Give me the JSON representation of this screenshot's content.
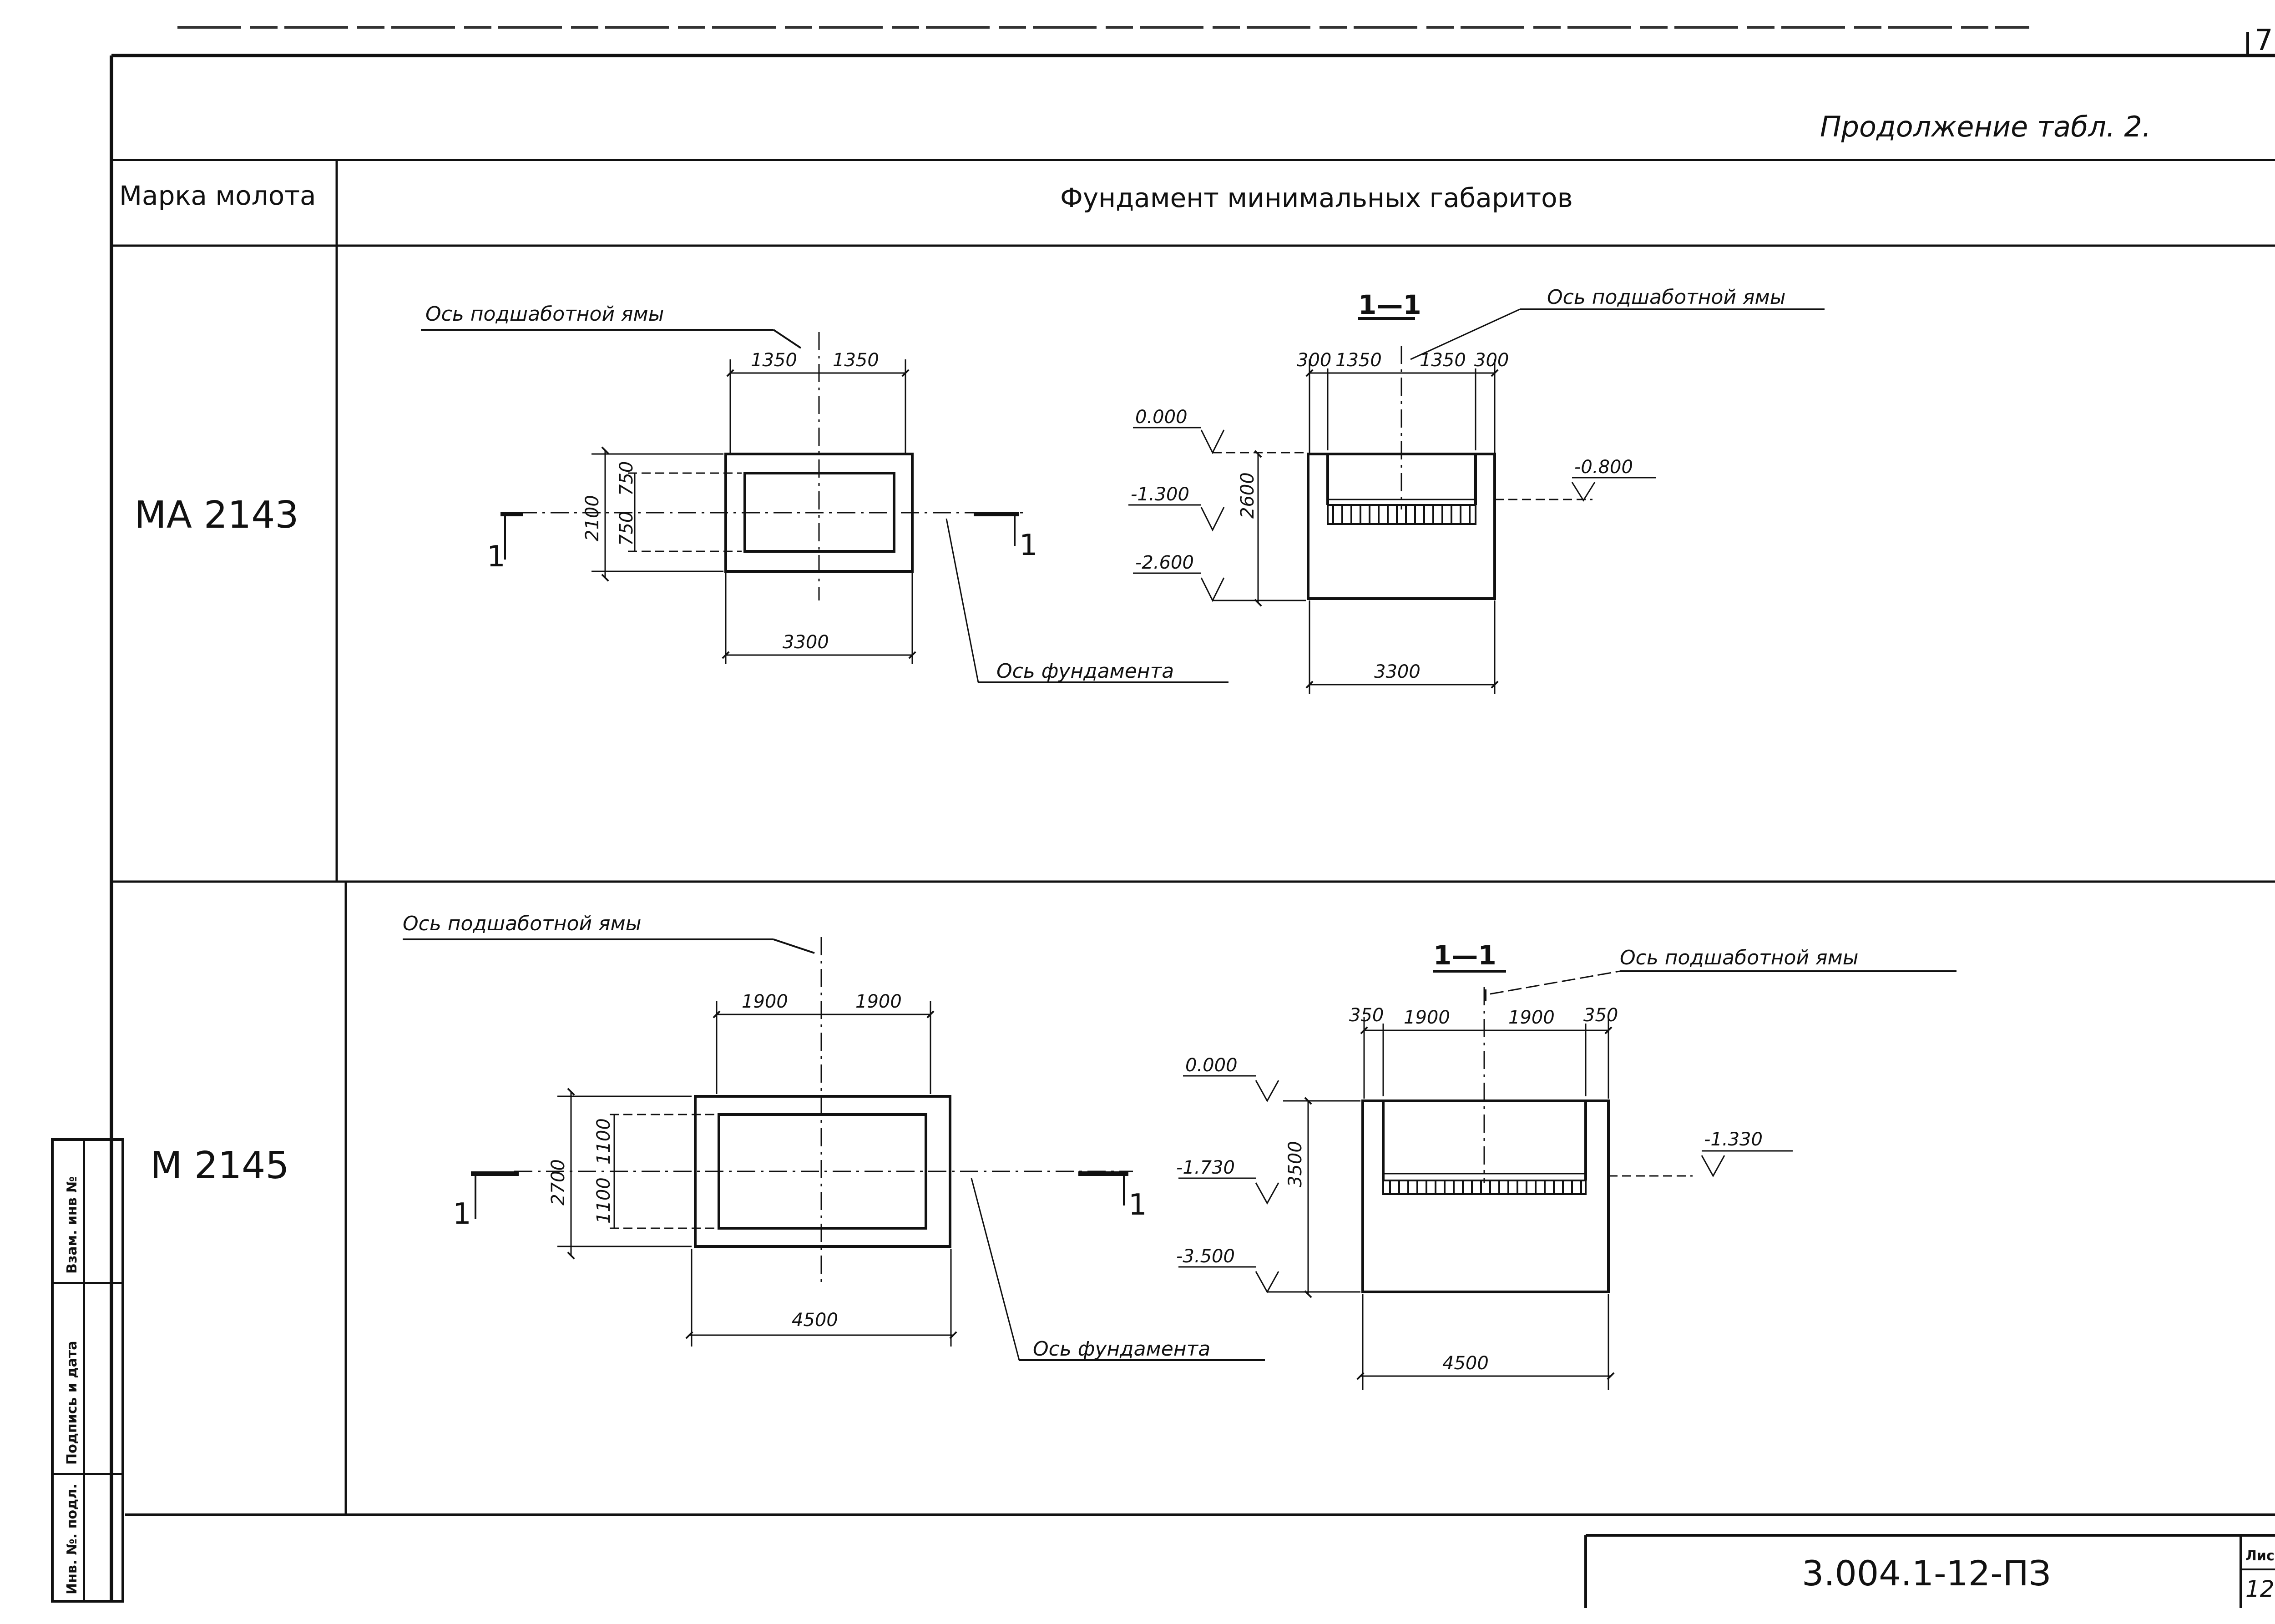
{
  "header": {
    "continuation": "Продолжение табл. 2.",
    "col_hammer_mark": "Марка молота",
    "col_foundation": "Фундамент минимальных габаритов",
    "corner_label": "7"
  },
  "rows": [
    {
      "hammer_mark": "МА 2143",
      "plan": {
        "pit_axis_label": "Ось подшаботной ямы",
        "foundation_axis_label": "Ось фундамента",
        "dims_top": [
          "1350",
          "1350"
        ],
        "dim_height": "2100",
        "dims_inner": [
          "750",
          "750"
        ],
        "dim_bottom": "3300",
        "section_mark_left": "1",
        "section_mark_right": "1"
      },
      "section": {
        "title": "1—1",
        "pit_axis_label": "Ось подшаботной ямы",
        "dims_top": [
          "300",
          "1350",
          "1350",
          "300"
        ],
        "levels": [
          "0.000",
          "-1.300",
          "-2.600"
        ],
        "depth": "2600",
        "level_right": "-0.800",
        "dim_bottom": "3300"
      }
    },
    {
      "hammer_mark": "М 2145",
      "plan": {
        "pit_axis_label": "Ось подшаботной ямы",
        "foundation_axis_label": "Ось фундамента",
        "dims_top": [
          "1900",
          "1900"
        ],
        "dim_height": "2700",
        "dims_inner": [
          "1100",
          "1100"
        ],
        "dim_bottom": "4500",
        "section_mark_left": "1",
        "section_mark_right": "1"
      },
      "section": {
        "title": "1—1",
        "pit_axis_label": "Ось подшаботной ямы",
        "dims_top": [
          "350",
          "1900",
          "1900",
          "350"
        ],
        "levels": [
          "0.000",
          "-1.730",
          "-3.500"
        ],
        "depth": "3500",
        "level_right": "-1.330",
        "dim_bottom": "4500"
      }
    }
  ],
  "side_stamp": [
    "Инв. №. подл.",
    "Подпись и дата",
    "Взам. инв №"
  ],
  "title_block": {
    "code": "3.004.1-12-ПЗ",
    "sheet_label": "Лис",
    "sheet_number": "12"
  }
}
